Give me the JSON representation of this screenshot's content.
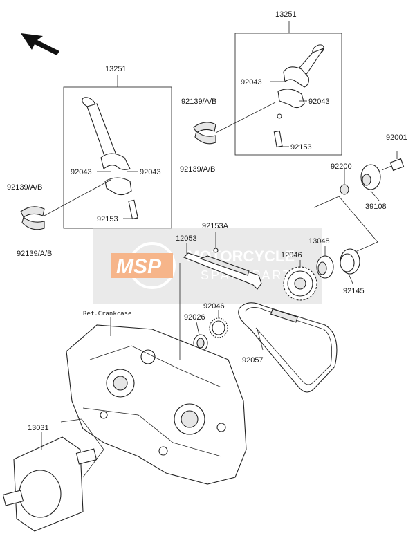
{
  "direction_arrow_icon": "arrow-up-left",
  "watermark": {
    "logo_text": "MSP",
    "line1": "MOTORCYCLE",
    "line2": "SPAREPARTS",
    "accent_color": "#f07a2c",
    "panel_color": "#d9d9d9"
  },
  "labels": {
    "rod_top_group": "13251",
    "rod_top_bolt_upper": "92043",
    "rod_top_bolt_lower": "92043",
    "rod_top_nut": "92153",
    "bearing_top_upper": "92139/A/B",
    "bearing_top_lower": "92139/A/B",
    "rod_left_group": "13251",
    "rod_left_bolt_a": "92043",
    "rod_left_bolt_b": "92043",
    "rod_left_nut": "92153",
    "bearing_left_upper": "92139/A/B",
    "bearing_left_lower": "92139/A/B",
    "bolt_right": "92001",
    "washer_right": "92200",
    "pulley_right": "39108",
    "guide_bolt": "92153A",
    "chain_guide": "12053",
    "sprocket": "12046",
    "clutch": "13048",
    "spring": "92145",
    "ring": "92046",
    "seal": "92026",
    "chain": "92057",
    "crankcase_ref": "Ref.Crankcase",
    "crankshaft": "13031"
  }
}
